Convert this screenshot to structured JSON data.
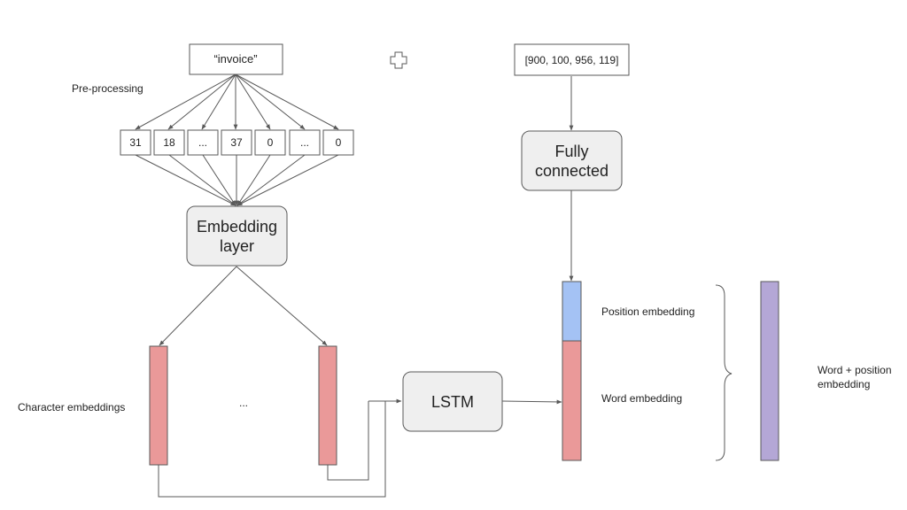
{
  "input_word": "“invoice”",
  "input_position": "[900, 100, 956, 119]",
  "preprocessing_label": "Pre-processing",
  "char_indices": [
    "31",
    "18",
    "...",
    "37",
    "0",
    "...",
    "0"
  ],
  "embedding_layer_label": [
    "Embedding",
    "layer"
  ],
  "fully_connected_label": [
    "Fully",
    "connected"
  ],
  "lstm_label": "LSTM",
  "character_embeddings_label": "Character embeddings",
  "ellipsis": "...",
  "position_embedding_label": "Position embedding",
  "word_embedding_label": "Word embedding",
  "combined_label": [
    "Word + position",
    "embedding"
  ],
  "colors": {
    "character_embedding": "#ea9999",
    "word_embedding": "#ea9999",
    "position_embedding": "#a4c2f4",
    "combined_embedding": "#b4a7d6",
    "node_fill": "#efefef",
    "stroke": "#595959"
  }
}
